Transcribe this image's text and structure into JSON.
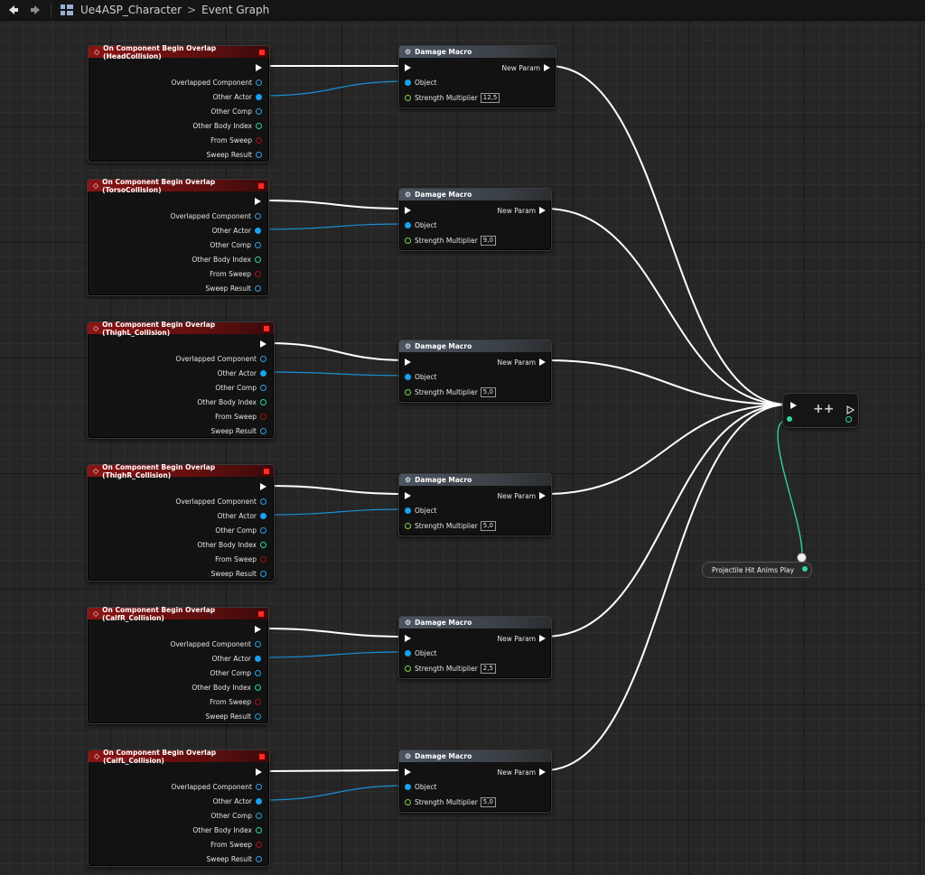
{
  "breadcrumb": {
    "root": "Ue4ASP_Character",
    "separator": ">",
    "current": "Event Graph"
  },
  "event_pins": [
    "Overlapped Component",
    "Other Actor",
    "Other Comp",
    "Other Body Index",
    "From Sweep",
    "Sweep Result"
  ],
  "event_nodes": [
    {
      "title": "On Component Begin Overlap (HeadCollision)"
    },
    {
      "title": "On Component Begin Overlap (TorsoCollision)"
    },
    {
      "title": "On Component Begin Overlap (ThighL_Collision)"
    },
    {
      "title": "On Component Begin Overlap (ThighR_Collision)"
    },
    {
      "title": "On Component Begin Overlap (CalfR_Collision)"
    },
    {
      "title": "On Component Begin Overlap (CalfL_Collision)"
    }
  ],
  "macro_nodes": [
    {
      "title": "Damage Macro",
      "output": "New Param",
      "object_label": "Object",
      "strength_label": "Strength Multiplier",
      "strength": "12,5"
    },
    {
      "title": "Damage Macro",
      "output": "New Param",
      "object_label": "Object",
      "strength_label": "Strength Multiplier",
      "strength": "9,0"
    },
    {
      "title": "Damage Macro",
      "output": "New Param",
      "object_label": "Object",
      "strength_label": "Strength Multiplier",
      "strength": "5,0"
    },
    {
      "title": "Damage Macro",
      "output": "New Param",
      "object_label": "Object",
      "strength_label": "Strength Multiplier",
      "strength": "5,0"
    },
    {
      "title": "Damage Macro",
      "output": "New Param",
      "object_label": "Object",
      "strength_label": "Strength Multiplier",
      "strength": "2,5"
    },
    {
      "title": "Damage Macro",
      "output": "New Param",
      "object_label": "Object",
      "strength_label": "Strength Multiplier",
      "strength": "5,0"
    }
  ],
  "increment_node": {
    "label": "++"
  },
  "variable_node": {
    "label": "Projectile Hit Anims Play"
  },
  "colors": {
    "event_header": "#8c1414",
    "macro_header": "#4b5560",
    "object_pin": "#1aa1ee",
    "int_pin": "#2dd4a4",
    "exec_wire": "#ffffff"
  }
}
